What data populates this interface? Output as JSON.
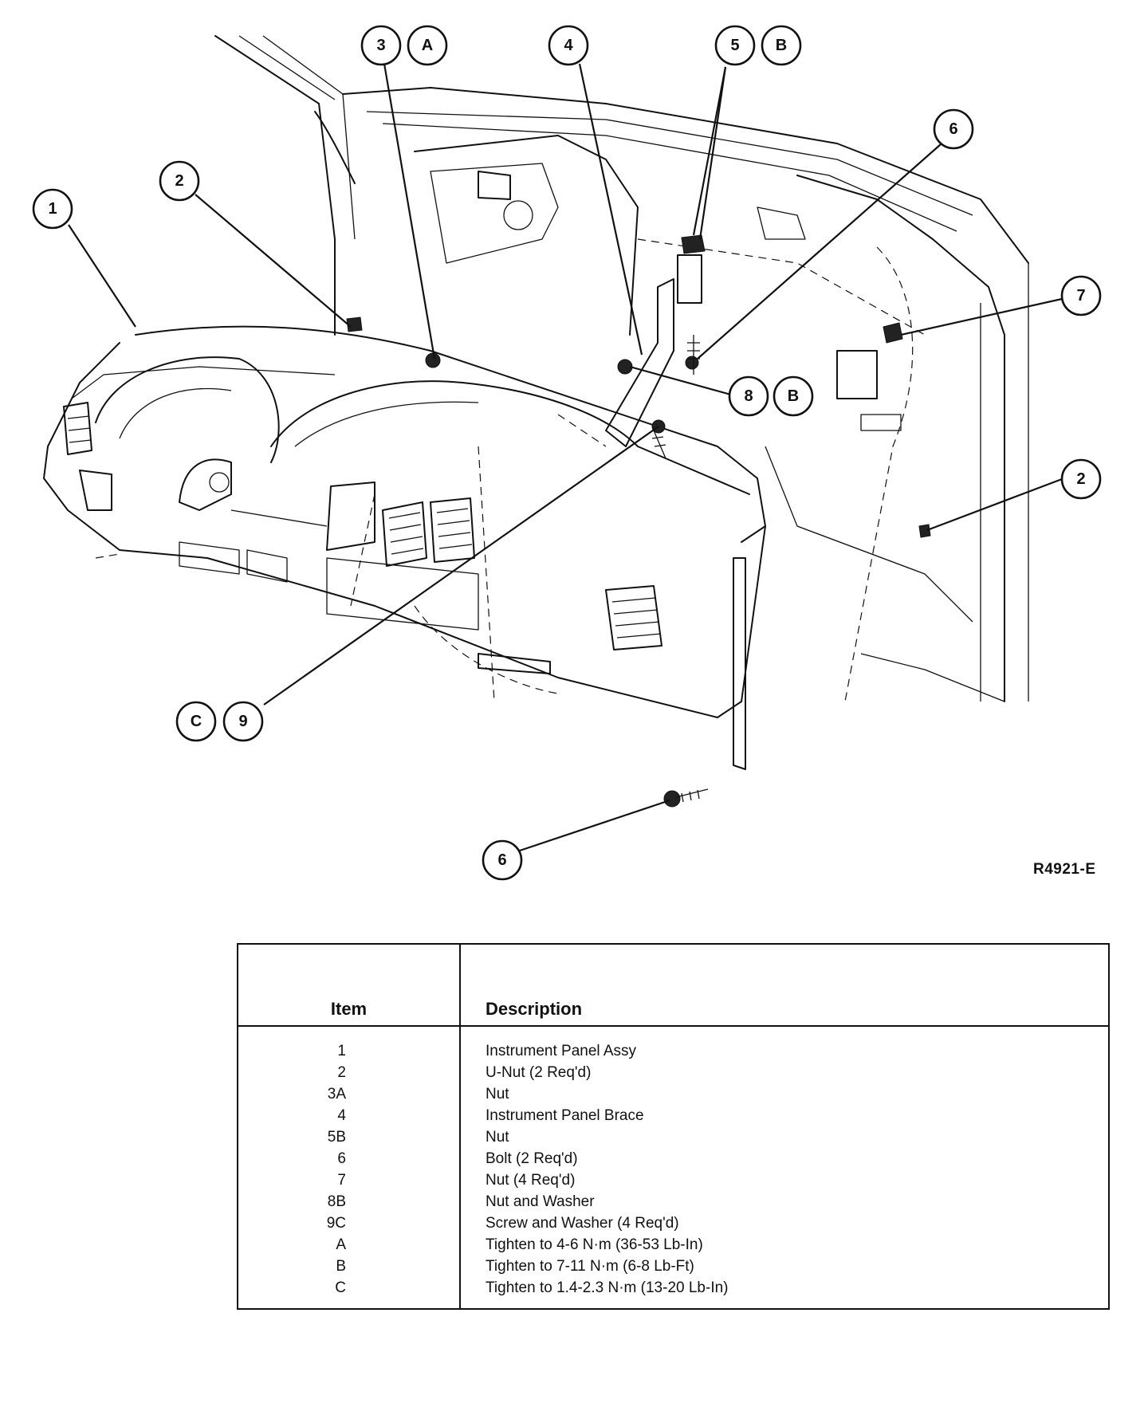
{
  "figure_id": "R4921-E",
  "callouts": {
    "c1": "1",
    "c2a": "2",
    "c2b": "2",
    "c3": "3",
    "cA": "A",
    "c4": "4",
    "c5": "5",
    "cB1": "B",
    "c6a": "6",
    "c6b": "6",
    "c7": "7",
    "c8": "8",
    "cB2": "B",
    "c9": "9",
    "cC": "C"
  },
  "legend": {
    "header_item": "Item",
    "header_description": "Description",
    "rows": [
      {
        "item": "1",
        "description": "Instrument Panel Assy"
      },
      {
        "item": "2",
        "description": "U-Nut (2 Req'd)"
      },
      {
        "item": "3A",
        "description": "Nut"
      },
      {
        "item": "4",
        "description": "Instrument Panel Brace"
      },
      {
        "item": "5B",
        "description": "Nut"
      },
      {
        "item": "6",
        "description": "Bolt (2 Req'd)"
      },
      {
        "item": "7",
        "description": "Nut (4 Req'd)"
      },
      {
        "item": "8B",
        "description": "Nut and Washer"
      },
      {
        "item": "9C",
        "description": "Screw and Washer (4 Req'd)"
      },
      {
        "item": "A",
        "description": "Tighten to 4-6 N·m (36-53 Lb-In)"
      },
      {
        "item": "B",
        "description": "Tighten to 7-11 N·m (6-8 Lb-Ft)"
      },
      {
        "item": "C",
        "description": "Tighten to 1.4-2.3 N·m (13-20 Lb-In)"
      }
    ]
  }
}
